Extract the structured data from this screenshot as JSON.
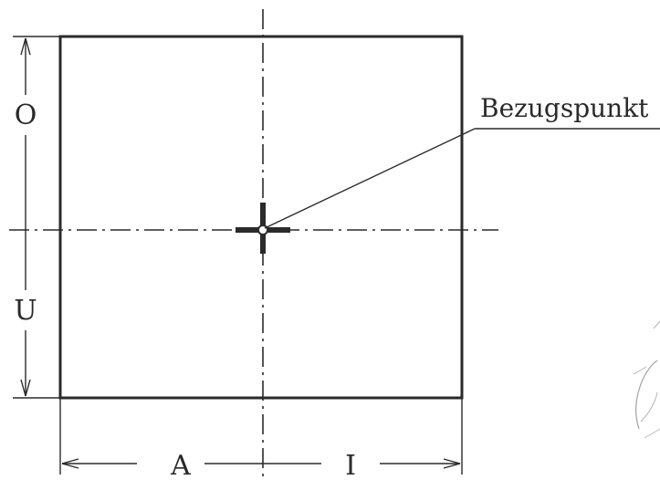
{
  "diagram": {
    "reference_label": "Bezugspunkt",
    "dimensions": {
      "top": "O",
      "bottom": "U",
      "left": "A",
      "right": "I"
    },
    "colors": {
      "line": "#2a2a2a",
      "background": "#ffffff"
    }
  }
}
